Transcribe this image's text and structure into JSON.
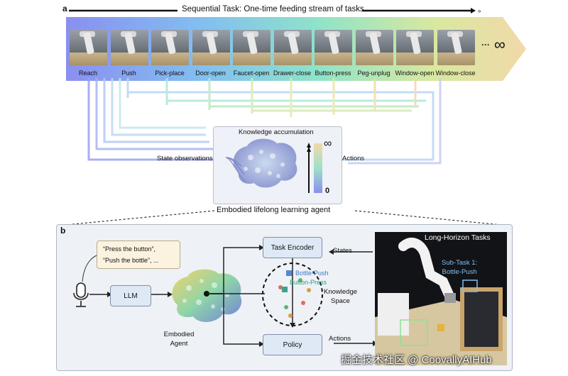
{
  "panel_a": {
    "letter": "a",
    "title": "Sequential Task: One-time feeding stream of tasks",
    "ellipsis": "···",
    "infinity": "∞",
    "tasks": [
      {
        "label": "Reach",
        "icon": "reach-thumbnail"
      },
      {
        "label": "Push",
        "icon": "push-thumbnail"
      },
      {
        "label": "Pick-place",
        "icon": "pick-place-thumbnail"
      },
      {
        "label": "Door-open",
        "icon": "door-open-thumbnail"
      },
      {
        "label": "Faucet-open",
        "icon": "faucet-open-thumbnail"
      },
      {
        "label": "Drawer-close",
        "icon": "drawer-close-thumbnail"
      },
      {
        "label": "Button-press",
        "icon": "button-press-thumbnail"
      },
      {
        "label": "Peg-unplug",
        "icon": "peg-unplug-thumbnail"
      },
      {
        "label": "Window-open",
        "icon": "window-open-thumbnail"
      },
      {
        "label": "Window-close",
        "icon": "window-close-thumbnail"
      }
    ],
    "knowledge_title": "Knowledge accumulation",
    "state_observations": "State observations",
    "actions": "Actions",
    "scale_top": "∞",
    "scale_bottom": "0",
    "agent_label": "Embodied lifelong learning agent"
  },
  "panel_b": {
    "letter": "b",
    "quote_line1": "“Press the button”,",
    "quote_line2": "“Push the bottle”, ...",
    "llm": "LLM",
    "embodied_agent_line1": "Embodied",
    "embodied_agent_line2": "Agent",
    "task_encoder": "Task Encoder",
    "states": "States",
    "policy": "Policy",
    "actions": "Actions",
    "bottle_push": "Bottle-Push",
    "button_press": "Button-Press",
    "knowledge_space_line1": "Knowledge",
    "knowledge_space_line2": "Space",
    "long_horizon": "Long-Horizon Tasks",
    "subtask_line1": "Sub-Task 1:",
    "subtask_line2": "Bottle-Push"
  },
  "watermark": "掘金技术社区 @ CoovallyAIHub",
  "colors": {
    "stream_gradient": [
      "#8a8ff0",
      "#7fb6f0",
      "#8fe3c8",
      "#d9e8a0",
      "#f1d9a8"
    ],
    "box_fill": "#dfe9f5",
    "quote_fill": "#fbf3df"
  }
}
